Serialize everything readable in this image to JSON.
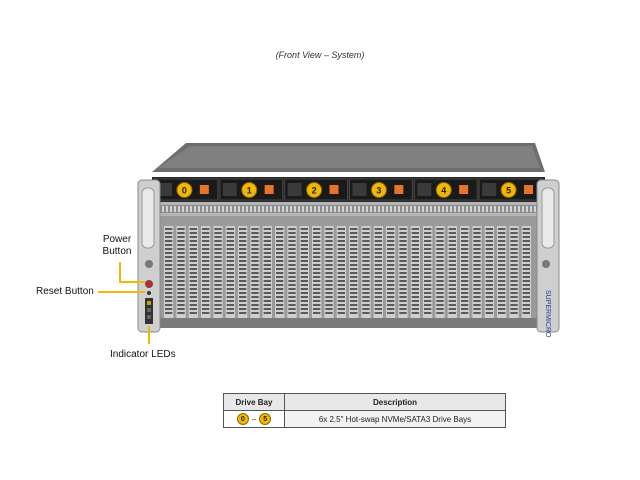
{
  "caption": "(Front View – System)",
  "labels": {
    "power_button": "Power\nButton",
    "reset_button": "Reset Button",
    "indicator_leds": "Indicator  LEDs"
  },
  "drive_bays": [
    {
      "number": "0"
    },
    {
      "number": "1"
    },
    {
      "number": "2"
    },
    {
      "number": "3"
    },
    {
      "number": "4"
    },
    {
      "number": "5"
    }
  ],
  "brand": "SUPERMICRO",
  "legend": {
    "headers": [
      "Drive Bay",
      "Description"
    ],
    "row": {
      "bay_start": "0",
      "bay_sep": "–",
      "bay_end": "5",
      "description": "6x 2.5\" Hot-swap NVMe/SATA3 Drive  Bays"
    }
  },
  "colors": {
    "badge": "#f2b705",
    "callout": "#f2b705",
    "chassis": "#8e8e8e",
    "drive_latch": "#e8742a"
  }
}
